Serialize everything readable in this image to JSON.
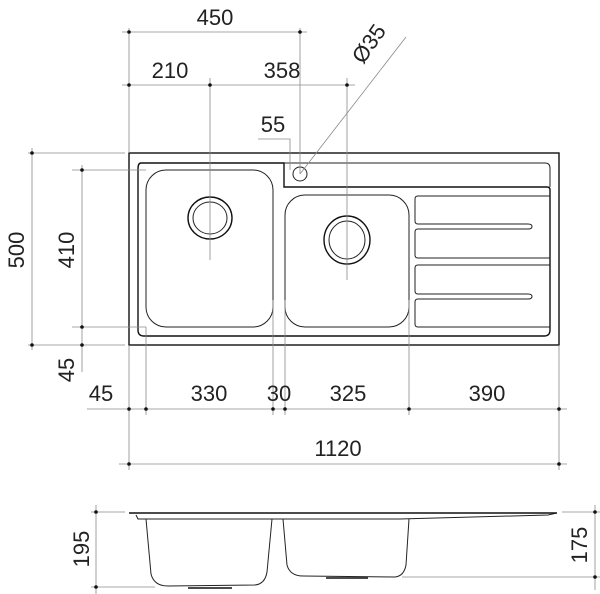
{
  "drawing": {
    "plan_dimensions": {
      "tap_offset": "450",
      "left_waste_offset": "210",
      "right_waste_offset": "358",
      "tap_ledge": "55",
      "tap_hole_diameter": "Ø35",
      "overall_depth": "500",
      "bowl_depth": "410",
      "front_margin": "45",
      "left_margin": "45",
      "left_bowl_width": "330",
      "bowl_gap": "30",
      "right_bowl_width": "325",
      "drainer_width": "390",
      "overall_width": "1120"
    },
    "side_dimensions": {
      "left_bowl_height": "195",
      "right_bowl_height": "175"
    }
  }
}
